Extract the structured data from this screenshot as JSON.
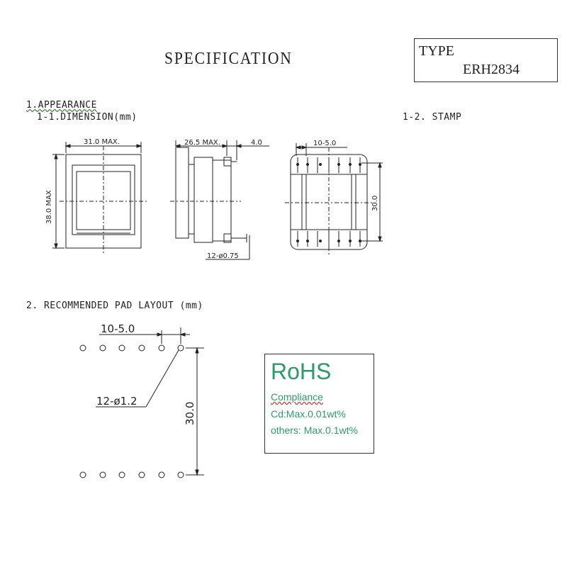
{
  "header": {
    "title": "SPECIFICATION"
  },
  "type_box": {
    "label": "TYPE",
    "value": "ERH2834"
  },
  "sections": {
    "appearance": "1.APPEARANCE",
    "dimension": "1-1.DIMENSION(mm)",
    "stamp": "1-2. STAMP",
    "pad_layout": "2. RECOMMENDED PAD LAYOUT (mm)"
  },
  "dimensions": {
    "front_width": "31.0 MAX.",
    "front_height": "38.0 MAX",
    "side_width": "26.5 MAX.",
    "side_offset": "4.0",
    "pin_dia": "12-ø0.75",
    "bottom_pitch": "10-5.0",
    "bottom_height": "30.0"
  },
  "pad_layout": {
    "pitch": "10-5.0",
    "hole": "12-ø1.2",
    "span": "30.0"
  },
  "rohs": {
    "title": "RoHS",
    "line1": "Compliance",
    "line2": "Cd:Max.0.01wt%",
    "line3": "others: Max.0.1wt%"
  },
  "colors": {
    "rohs_green": "#2e9a6a",
    "line": "#222222"
  }
}
